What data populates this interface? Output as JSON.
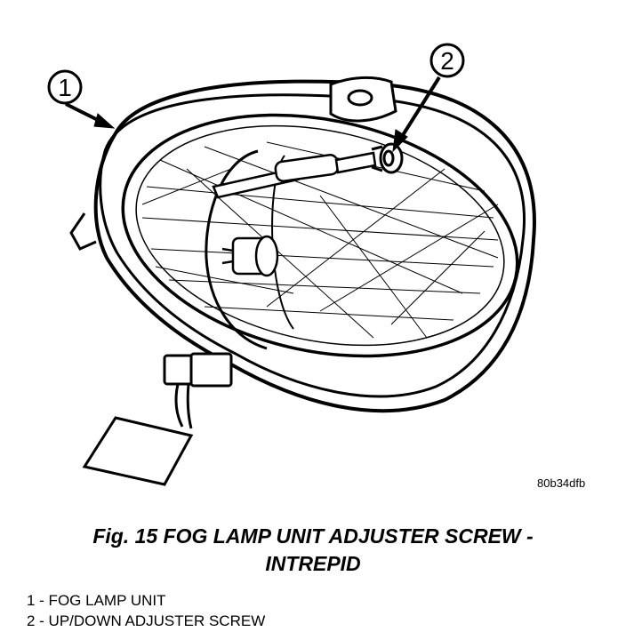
{
  "figure": {
    "callouts": [
      "1",
      "2"
    ],
    "reference_id": "80b34dfb"
  },
  "caption": {
    "line1": "Fig. 15 FOG LAMP UNIT ADJUSTER SCREW -",
    "line2": "INTREPID"
  },
  "legend": [
    "1 - FOG LAMP UNIT",
    "2 - UP/DOWN ADJUSTER SCREW"
  ]
}
